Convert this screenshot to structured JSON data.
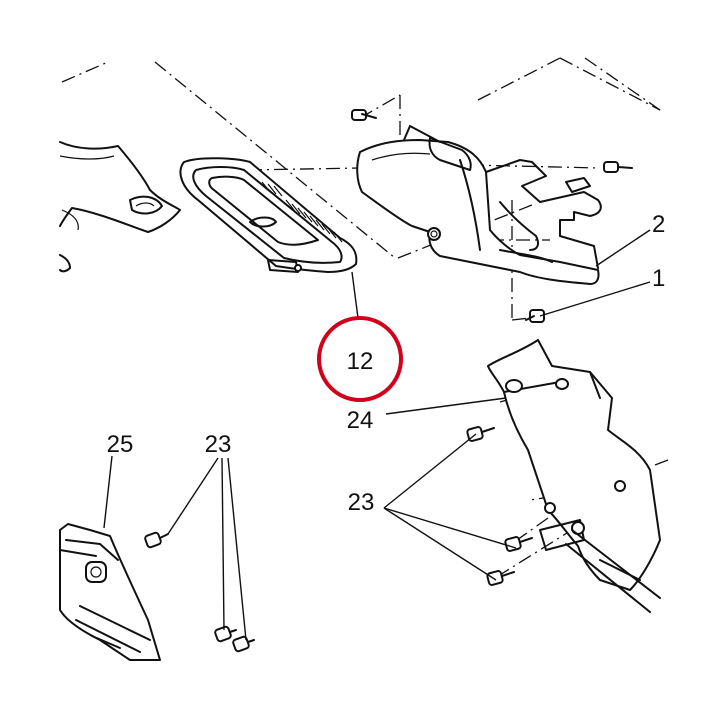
{
  "callouts": {
    "part_12": "12",
    "part_24": "24",
    "part_23_lower_right": "23",
    "part_25": "25",
    "part_23_lower_left": "23",
    "part_2_partial": "2",
    "part_1_partial": "1"
  },
  "highlighted_part": "12",
  "colors": {
    "line": "#111111",
    "highlight": "#d0021b",
    "background": "#ffffff"
  }
}
